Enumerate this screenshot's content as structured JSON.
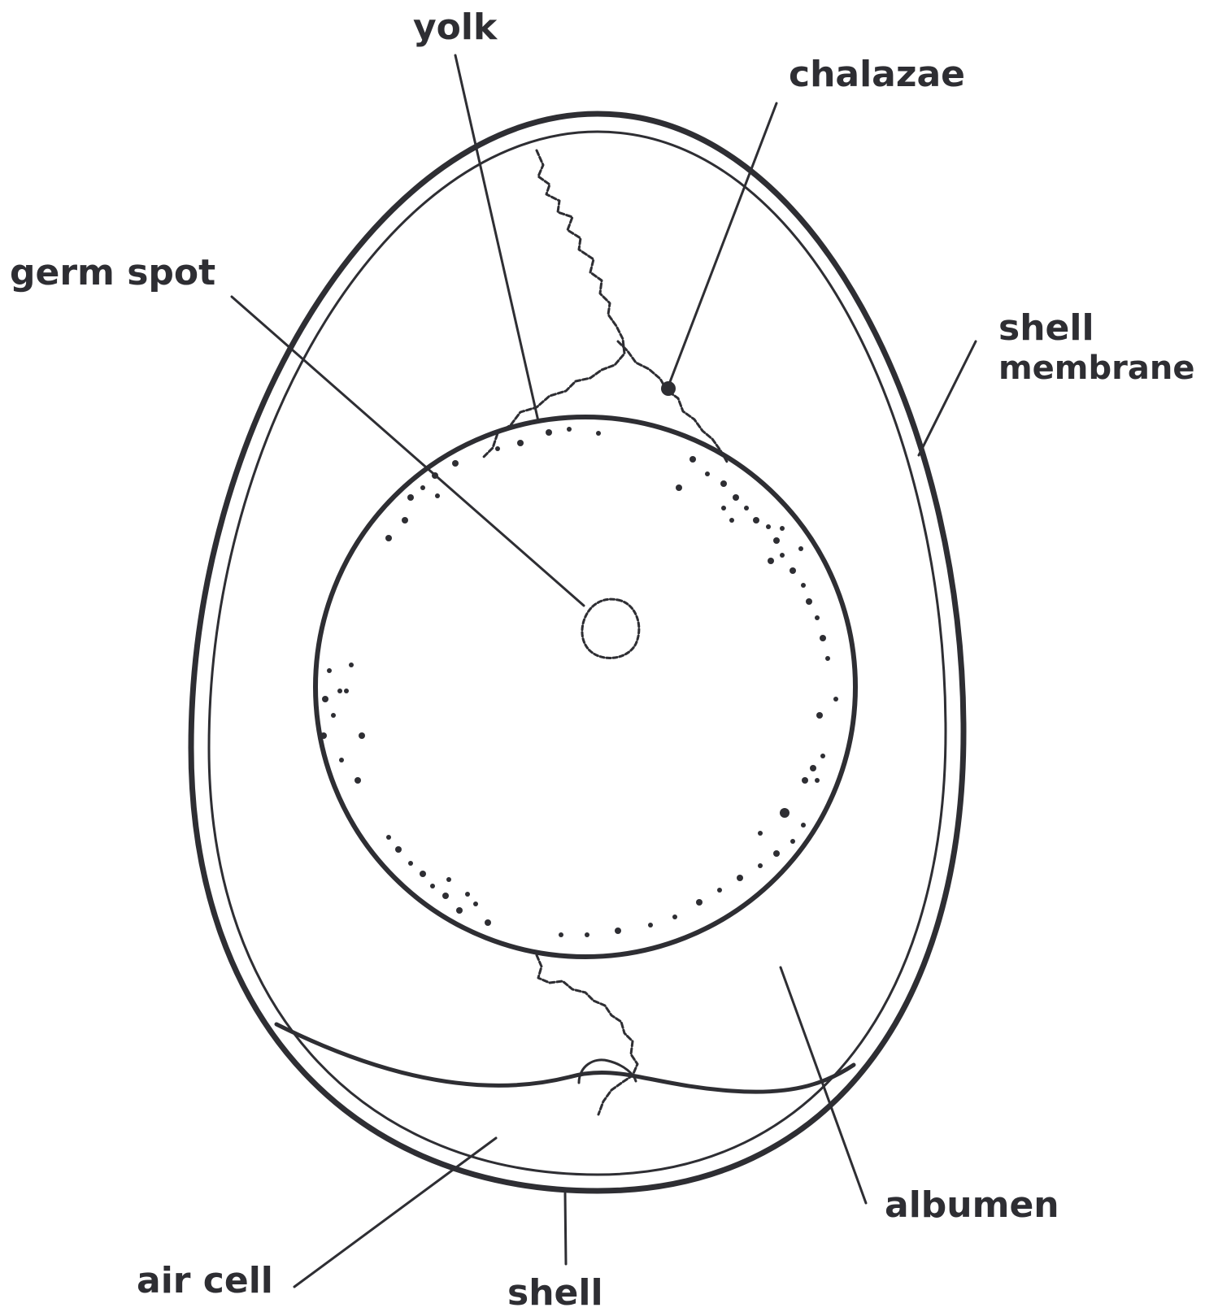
{
  "labels": {
    "yolk": "yolk",
    "chalazae": "chalazae",
    "germ_spot": "germ spot",
    "shell_membrane_line1": "shell",
    "shell_membrane_line2": "membrane",
    "albumen": "albumen",
    "air_cell": "air cell",
    "shell": "shell"
  },
  "colors": {
    "ink": "#2e2e33",
    "paper": "#ffffff"
  }
}
